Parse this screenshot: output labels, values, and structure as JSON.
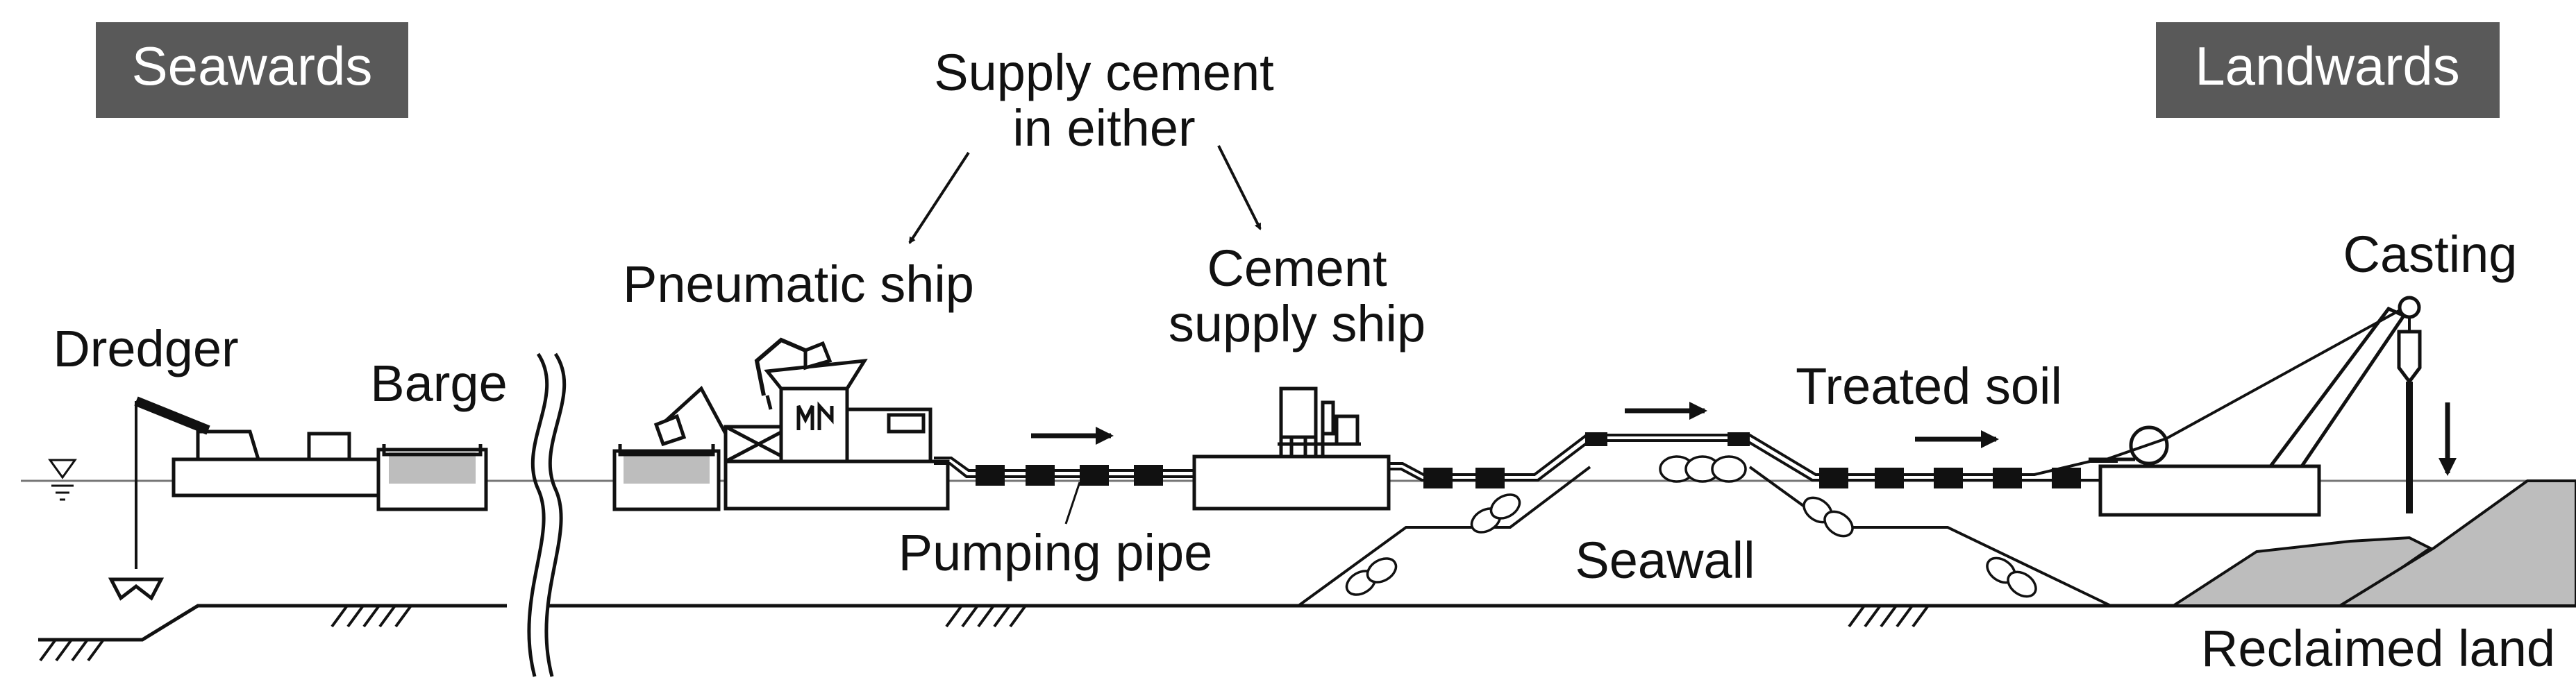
{
  "tags": {
    "seawards": "Seawards",
    "landwards": "Landwards"
  },
  "labels": {
    "supply_line1": "Supply cement",
    "supply_line2": "in either",
    "pneumatic_ship": "Pneumatic ship",
    "cement_line1": "Cement",
    "cement_line2": "supply ship",
    "dredger": "Dredger",
    "barge": "Barge",
    "casting": "Casting",
    "treated_soil": "Treated soil",
    "pumping_pipe": "Pumping pipe",
    "seawall": "Seawall",
    "reclaimed_land": "Reclaimed land"
  },
  "colors": {
    "tag_background": "#595959",
    "soil_fill": "#bdbdbd",
    "line": "#111111"
  }
}
